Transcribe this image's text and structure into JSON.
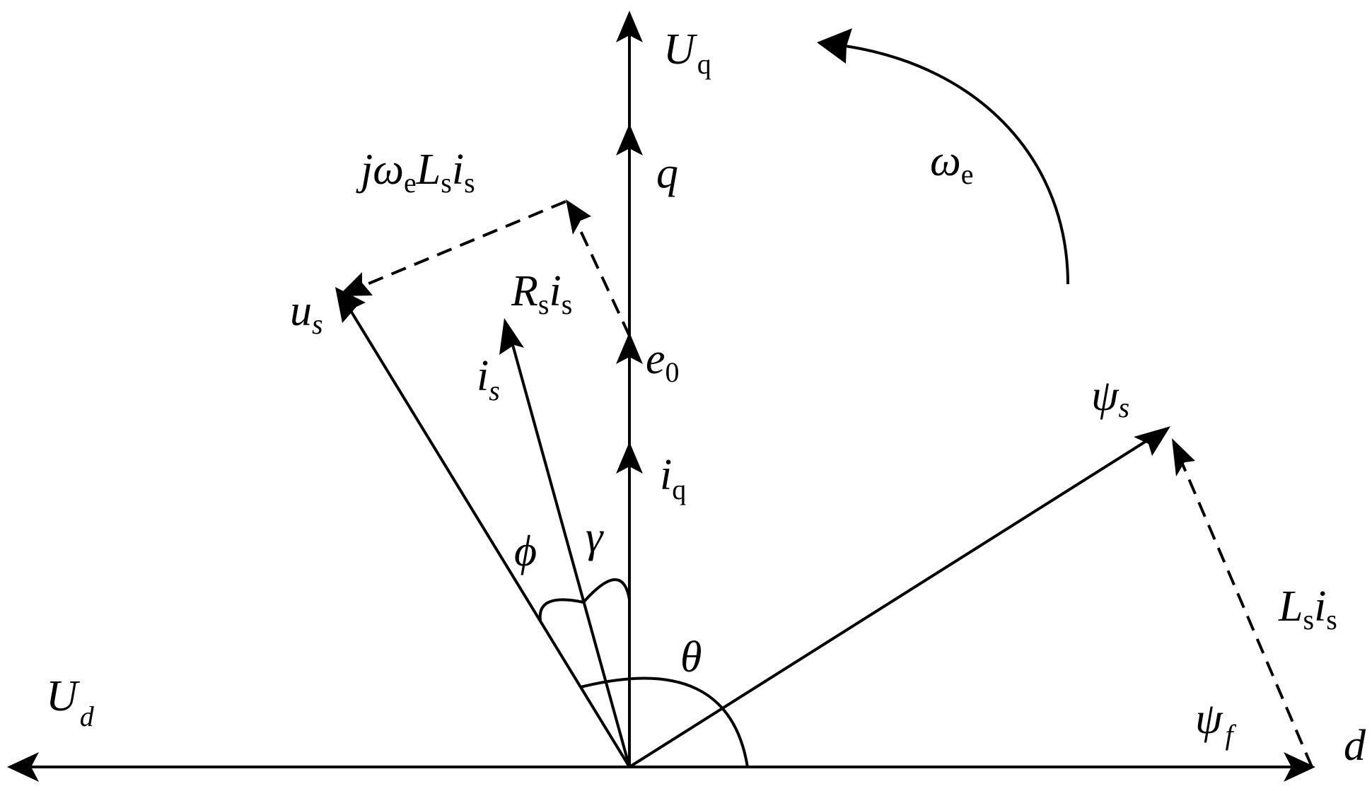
{
  "labels": {
    "Uq": {
      "main": "U",
      "sub": "q"
    },
    "q": {
      "main": "q"
    },
    "jwLsis": {
      "j": "j",
      "omega": "ω",
      "e": "e",
      "L": "L",
      "s1": "s",
      "i": "i",
      "s2": "s"
    },
    "omega_e": {
      "main": "ω",
      "sub": "e"
    },
    "us": {
      "main": "u",
      "sub": "s"
    },
    "Rsis": {
      "R": "R",
      "s1": "s",
      "i": "i",
      "s2": "s"
    },
    "is": {
      "main": "i",
      "sub": "s"
    },
    "e0": {
      "main": "e",
      "sub": "0"
    },
    "iq": {
      "main": "i",
      "sub": "q"
    },
    "psi_s": {
      "main": "ψ",
      "sub": "s"
    },
    "phi": "ϕ",
    "gamma": "γ",
    "theta": "θ",
    "Lsis": {
      "L": "L",
      "s1": "s",
      "i": "i",
      "s2": "s"
    },
    "Ud": {
      "main": "U",
      "sub": "d"
    },
    "psi_f": {
      "main": "ψ",
      "sub": "f"
    },
    "d": "d"
  }
}
